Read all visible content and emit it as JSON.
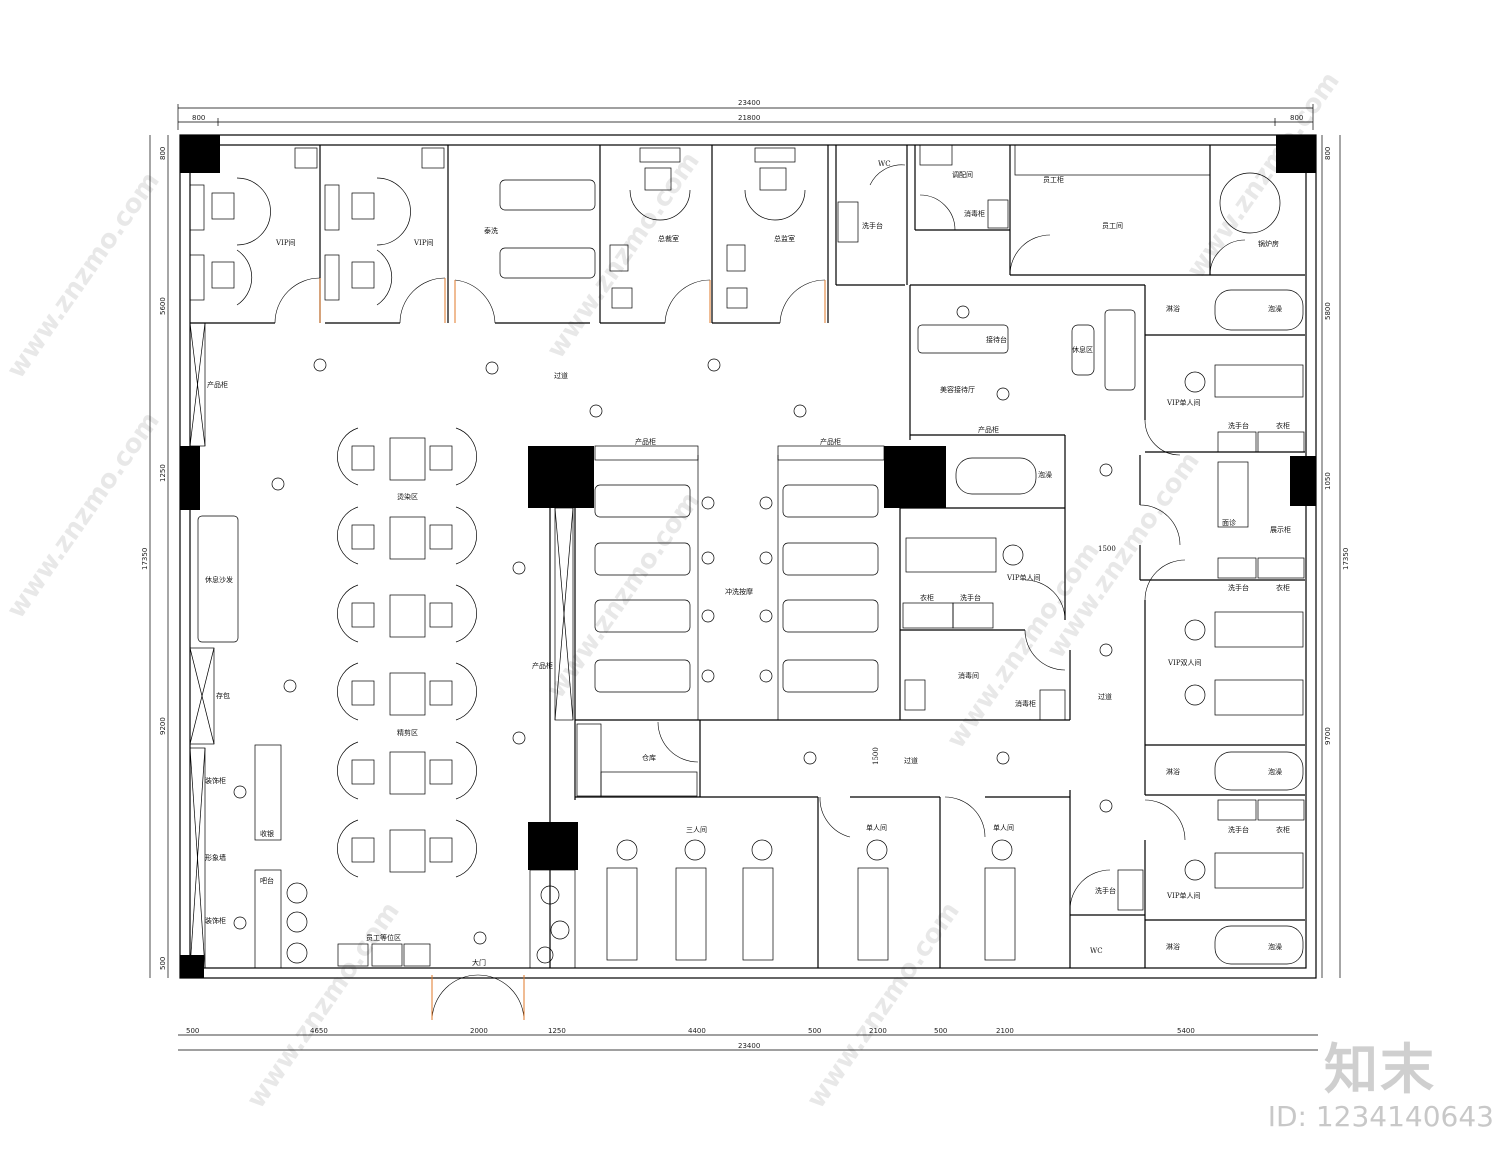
{
  "dimensions": {
    "top_total": "23400",
    "top_inner": "21800",
    "top_left": "800",
    "top_right": "800",
    "left_segments": [
      "800",
      "5600",
      "1250",
      "9200",
      "500"
    ],
    "left_total": "17350",
    "right_segments": [
      "800",
      "5800",
      "1050",
      "9700"
    ],
    "right_total": "17350",
    "bottom_segments": [
      "500",
      "4650",
      "2000",
      "1250",
      "4400",
      "500",
      "2100",
      "500",
      "2100",
      "5400"
    ],
    "bottom_total": "23400",
    "inner_1500_a": "1500",
    "inner_1500_b": "1500"
  },
  "rooms": {
    "vip1": "VIP间",
    "vip2": "VIP间",
    "wash_top": "泰洗",
    "ceo1": "总裁室",
    "ceo2": "总监室",
    "wc_top": "WC",
    "sink_top": "洗手台",
    "mixing": "调配间",
    "disinfect_cab": "消毒柜",
    "staff_cab": "员工柜",
    "staff_room": "员工间",
    "boiler": "锅炉房",
    "corridor_top": "过道",
    "reception": "接待台",
    "lounge": "休息区",
    "beauty_hall": "美容接待厅",
    "shower1": "淋浴",
    "bath1": "泡澡",
    "vip_single1": "VIP单人间",
    "sink2": "洗手台",
    "wardrobe2": "衣柜",
    "product_cab_left": "产品柜",
    "perm_area": "烫染区",
    "rest_sofa": "休息沙发",
    "product_cab_a": "产品柜",
    "product_cab_b": "产品柜",
    "product_cab_c": "产品柜",
    "bath2": "泡澡",
    "wash_massage": "冲洗按摩",
    "product_cab_mid": "产品柜",
    "vip_single2": "VIP单人间",
    "wardrobe3": "衣柜",
    "sink3": "洗手台",
    "facial": "面诊",
    "display_cab": "展示柜",
    "sink4": "洗手台",
    "wardrobe4": "衣柜",
    "vip_double": "VIP双人间",
    "disinfect_room": "消毒间",
    "disinfect_cab2": "消毒柜",
    "corridor_right": "过道",
    "storage_bag": "存包",
    "styling_area": "精剪区",
    "warehouse": "仓库",
    "corridor_mid": "过道",
    "shower2": "淋浴",
    "bath3": "泡澡",
    "sink5": "洗手台",
    "wardrobe5": "衣柜",
    "decor_cab1": "装饰柜",
    "cashier": "收银",
    "image_wall": "形象墙",
    "triple_room": "三人间",
    "single_room1": "单人间",
    "single_room2": "单人间",
    "bar": "吧台",
    "decor_cab2": "装饰柜",
    "staff_wait": "员工等位区",
    "main_door": "大门",
    "sink6": "洗手台",
    "vip_single3": "VIP单人间",
    "wc_bottom": "WC",
    "shower3": "淋浴",
    "bath4": "泡澡"
  },
  "watermark": {
    "text": "www.znzmo.com",
    "brand": "知末",
    "id": "ID: 1234140643"
  }
}
